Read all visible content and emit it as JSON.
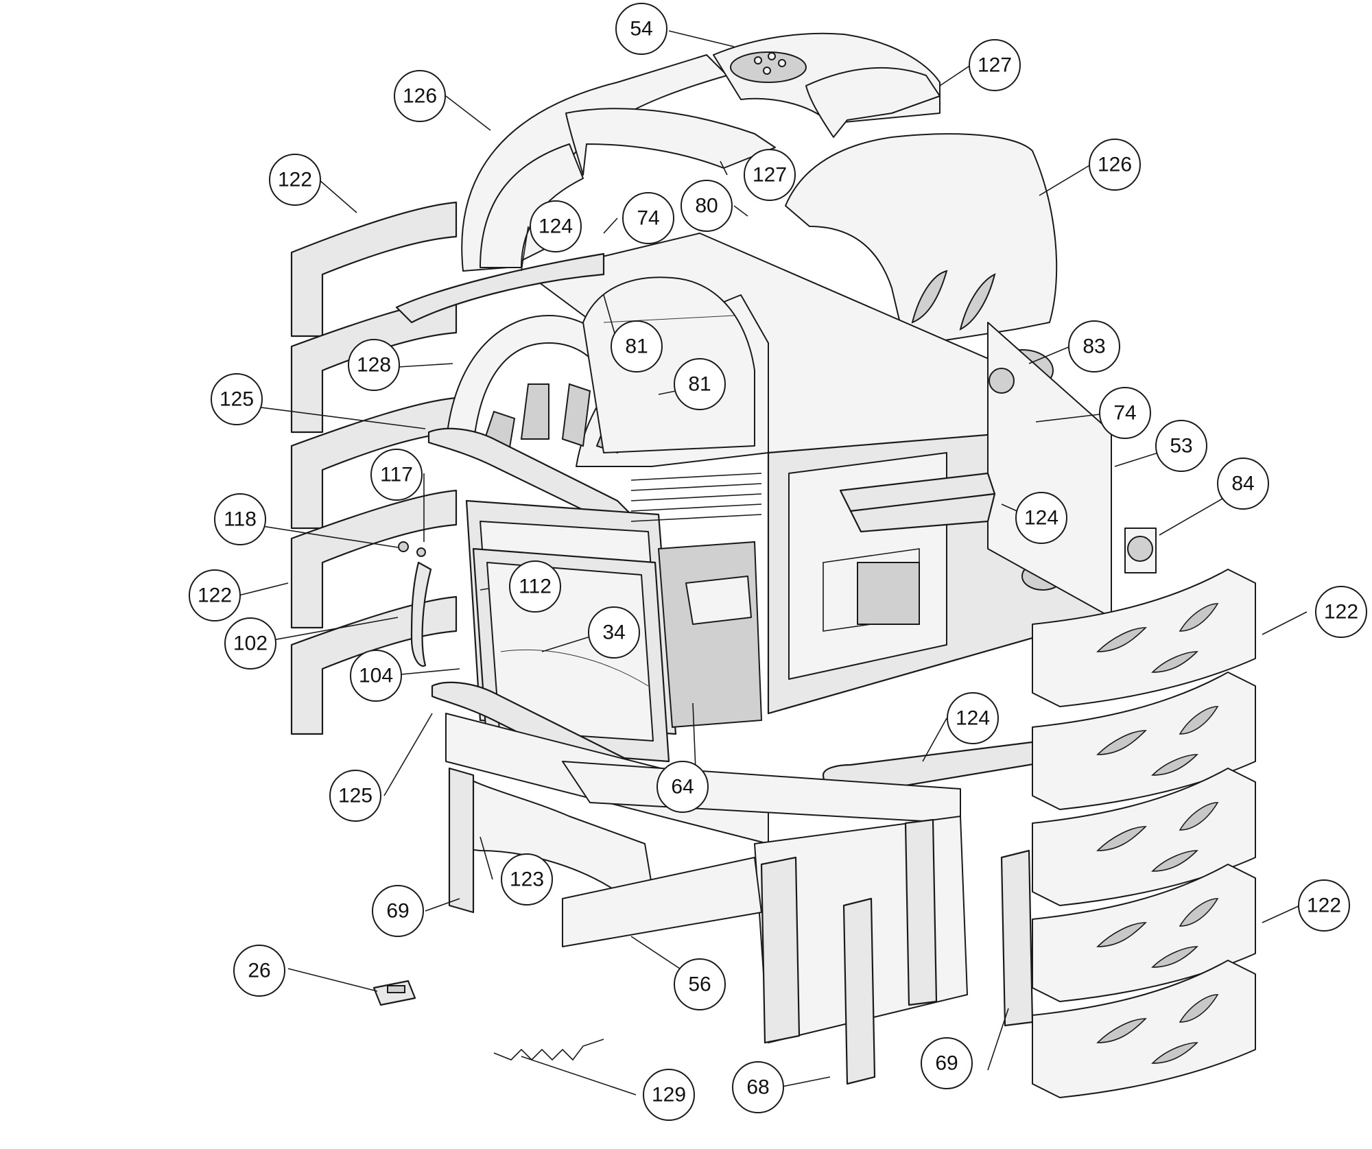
{
  "diagram": {
    "callouts": [
      {
        "id": "c54",
        "label": "54"
      },
      {
        "id": "c127a",
        "label": "127"
      },
      {
        "id": "c126a",
        "label": "126"
      },
      {
        "id": "c122a",
        "label": "122"
      },
      {
        "id": "c127b",
        "label": "127"
      },
      {
        "id": "c126b",
        "label": "126"
      },
      {
        "id": "c80",
        "label": "80"
      },
      {
        "id": "c74a",
        "label": "74"
      },
      {
        "id": "c124a",
        "label": "124"
      },
      {
        "id": "c81a",
        "label": "81"
      },
      {
        "id": "c83",
        "label": "83"
      },
      {
        "id": "c128",
        "label": "128"
      },
      {
        "id": "c81b",
        "label": "81"
      },
      {
        "id": "c125a",
        "label": "125"
      },
      {
        "id": "c74b",
        "label": "74"
      },
      {
        "id": "c53",
        "label": "53"
      },
      {
        "id": "c117",
        "label": "117"
      },
      {
        "id": "c84",
        "label": "84"
      },
      {
        "id": "c118",
        "label": "118"
      },
      {
        "id": "c124b",
        "label": "124"
      },
      {
        "id": "c112",
        "label": "112"
      },
      {
        "id": "c122b",
        "label": "122"
      },
      {
        "id": "c122c",
        "label": "122"
      },
      {
        "id": "c34",
        "label": "34"
      },
      {
        "id": "c102",
        "label": "102"
      },
      {
        "id": "c104",
        "label": "104"
      },
      {
        "id": "c124c",
        "label": "124"
      },
      {
        "id": "c64",
        "label": "64"
      },
      {
        "id": "c125b",
        "label": "125"
      },
      {
        "id": "c123",
        "label": "123"
      },
      {
        "id": "c122d",
        "label": "122"
      },
      {
        "id": "c69a",
        "label": "69"
      },
      {
        "id": "c56",
        "label": "56"
      },
      {
        "id": "c26",
        "label": "26"
      },
      {
        "id": "c69b",
        "label": "69"
      },
      {
        "id": "c68",
        "label": "68"
      },
      {
        "id": "c129",
        "label": "129"
      }
    ]
  }
}
